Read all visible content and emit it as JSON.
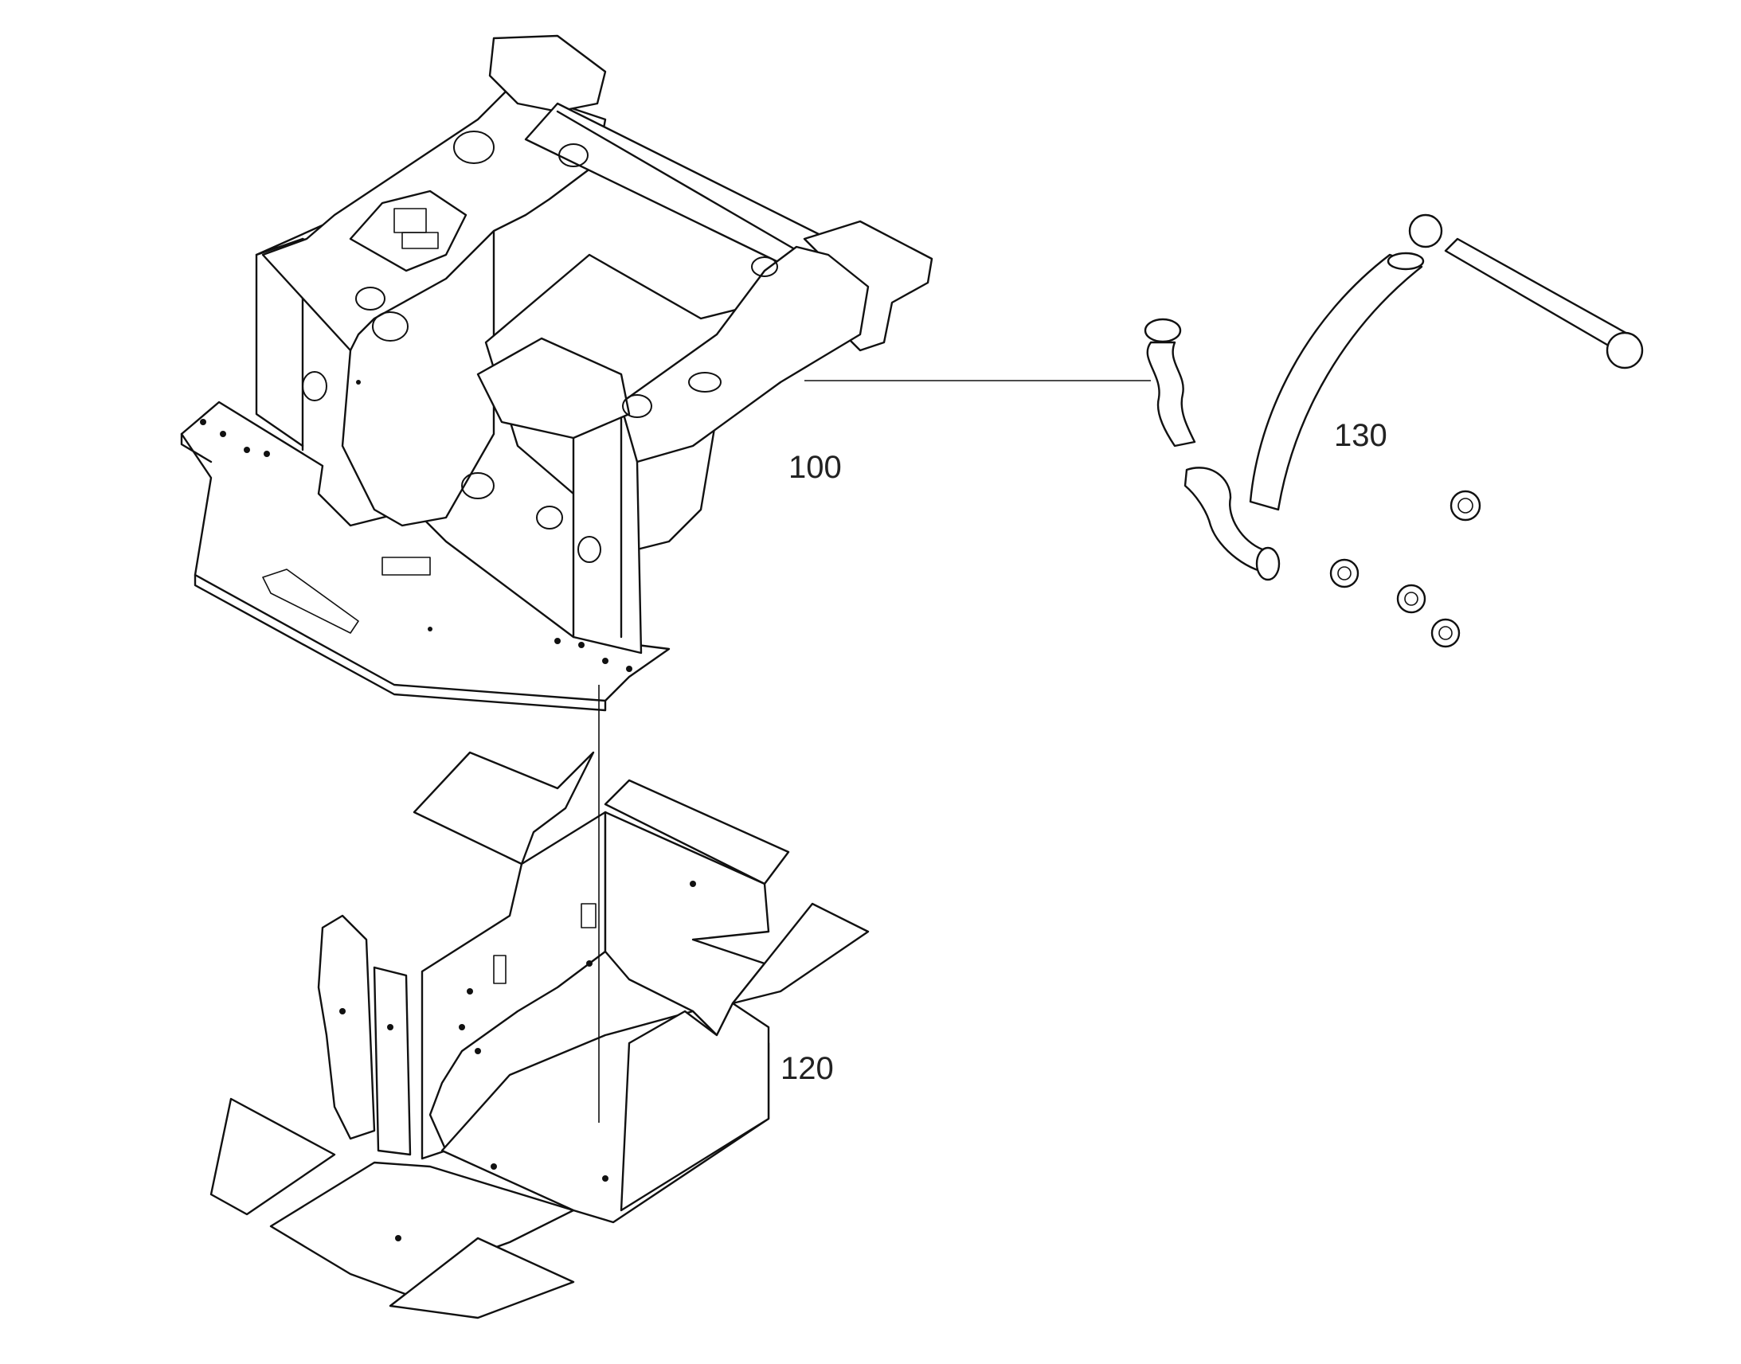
{
  "callouts": [
    {
      "id": "frame",
      "text": "100"
    },
    {
      "id": "hoses",
      "text": "130"
    },
    {
      "id": "panels",
      "text": "120"
    }
  ],
  "colors": {
    "line": "#111111",
    "background": "#ffffff",
    "label": "#222222"
  }
}
